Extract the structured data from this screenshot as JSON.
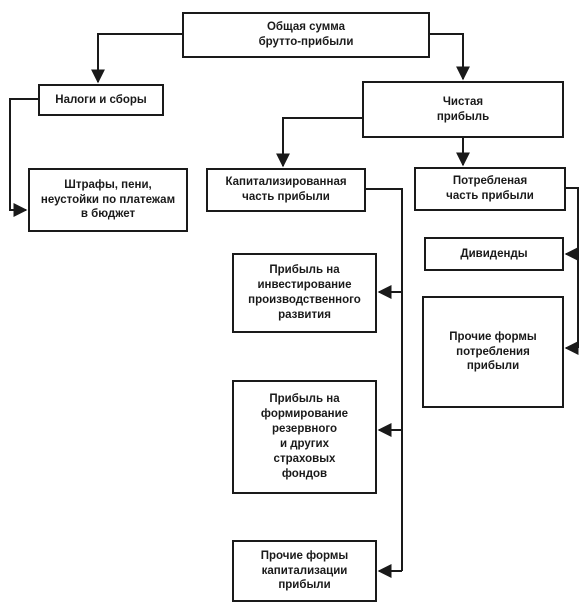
{
  "diagram": {
    "line_color": "#1a1a1a",
    "nodes": {
      "gross_profit": "Общая сумма\nбрутто-прибыли",
      "taxes": "Налоги и сборы",
      "penalties": "Штрафы, пени,\nнеустойки по платежам\nв бюджет",
      "net_profit": "Чистая\nприбыль",
      "capitalized": "Капитализированная\nчасть прибыли",
      "consumed": "Потребленая\nчасть прибыли",
      "investment": "Прибыль на\nинвестирование\nпроизводственного\nразвития",
      "reserves": "Прибыль на\nформирование\nрезервного\nи других\nстраховых\nфондов",
      "other_capitalization": "Прочие формы\nкапитализации\nприбыли",
      "dividends": "Дивиденды",
      "other_consumption": "Прочие формы\nпотребления\nприбыли"
    }
  }
}
